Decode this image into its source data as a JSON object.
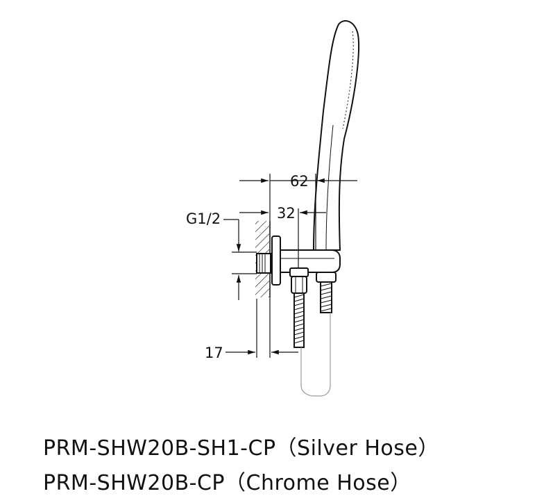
{
  "dimensions": {
    "width_62": "62",
    "offset_32": "32",
    "thread": "G1/2",
    "depth_17": "17"
  },
  "models": [
    "PRM-SHW20B-SH1-CP（Silver Hose）",
    "PRM-SHW20B-CP（Chrome Hose）"
  ]
}
